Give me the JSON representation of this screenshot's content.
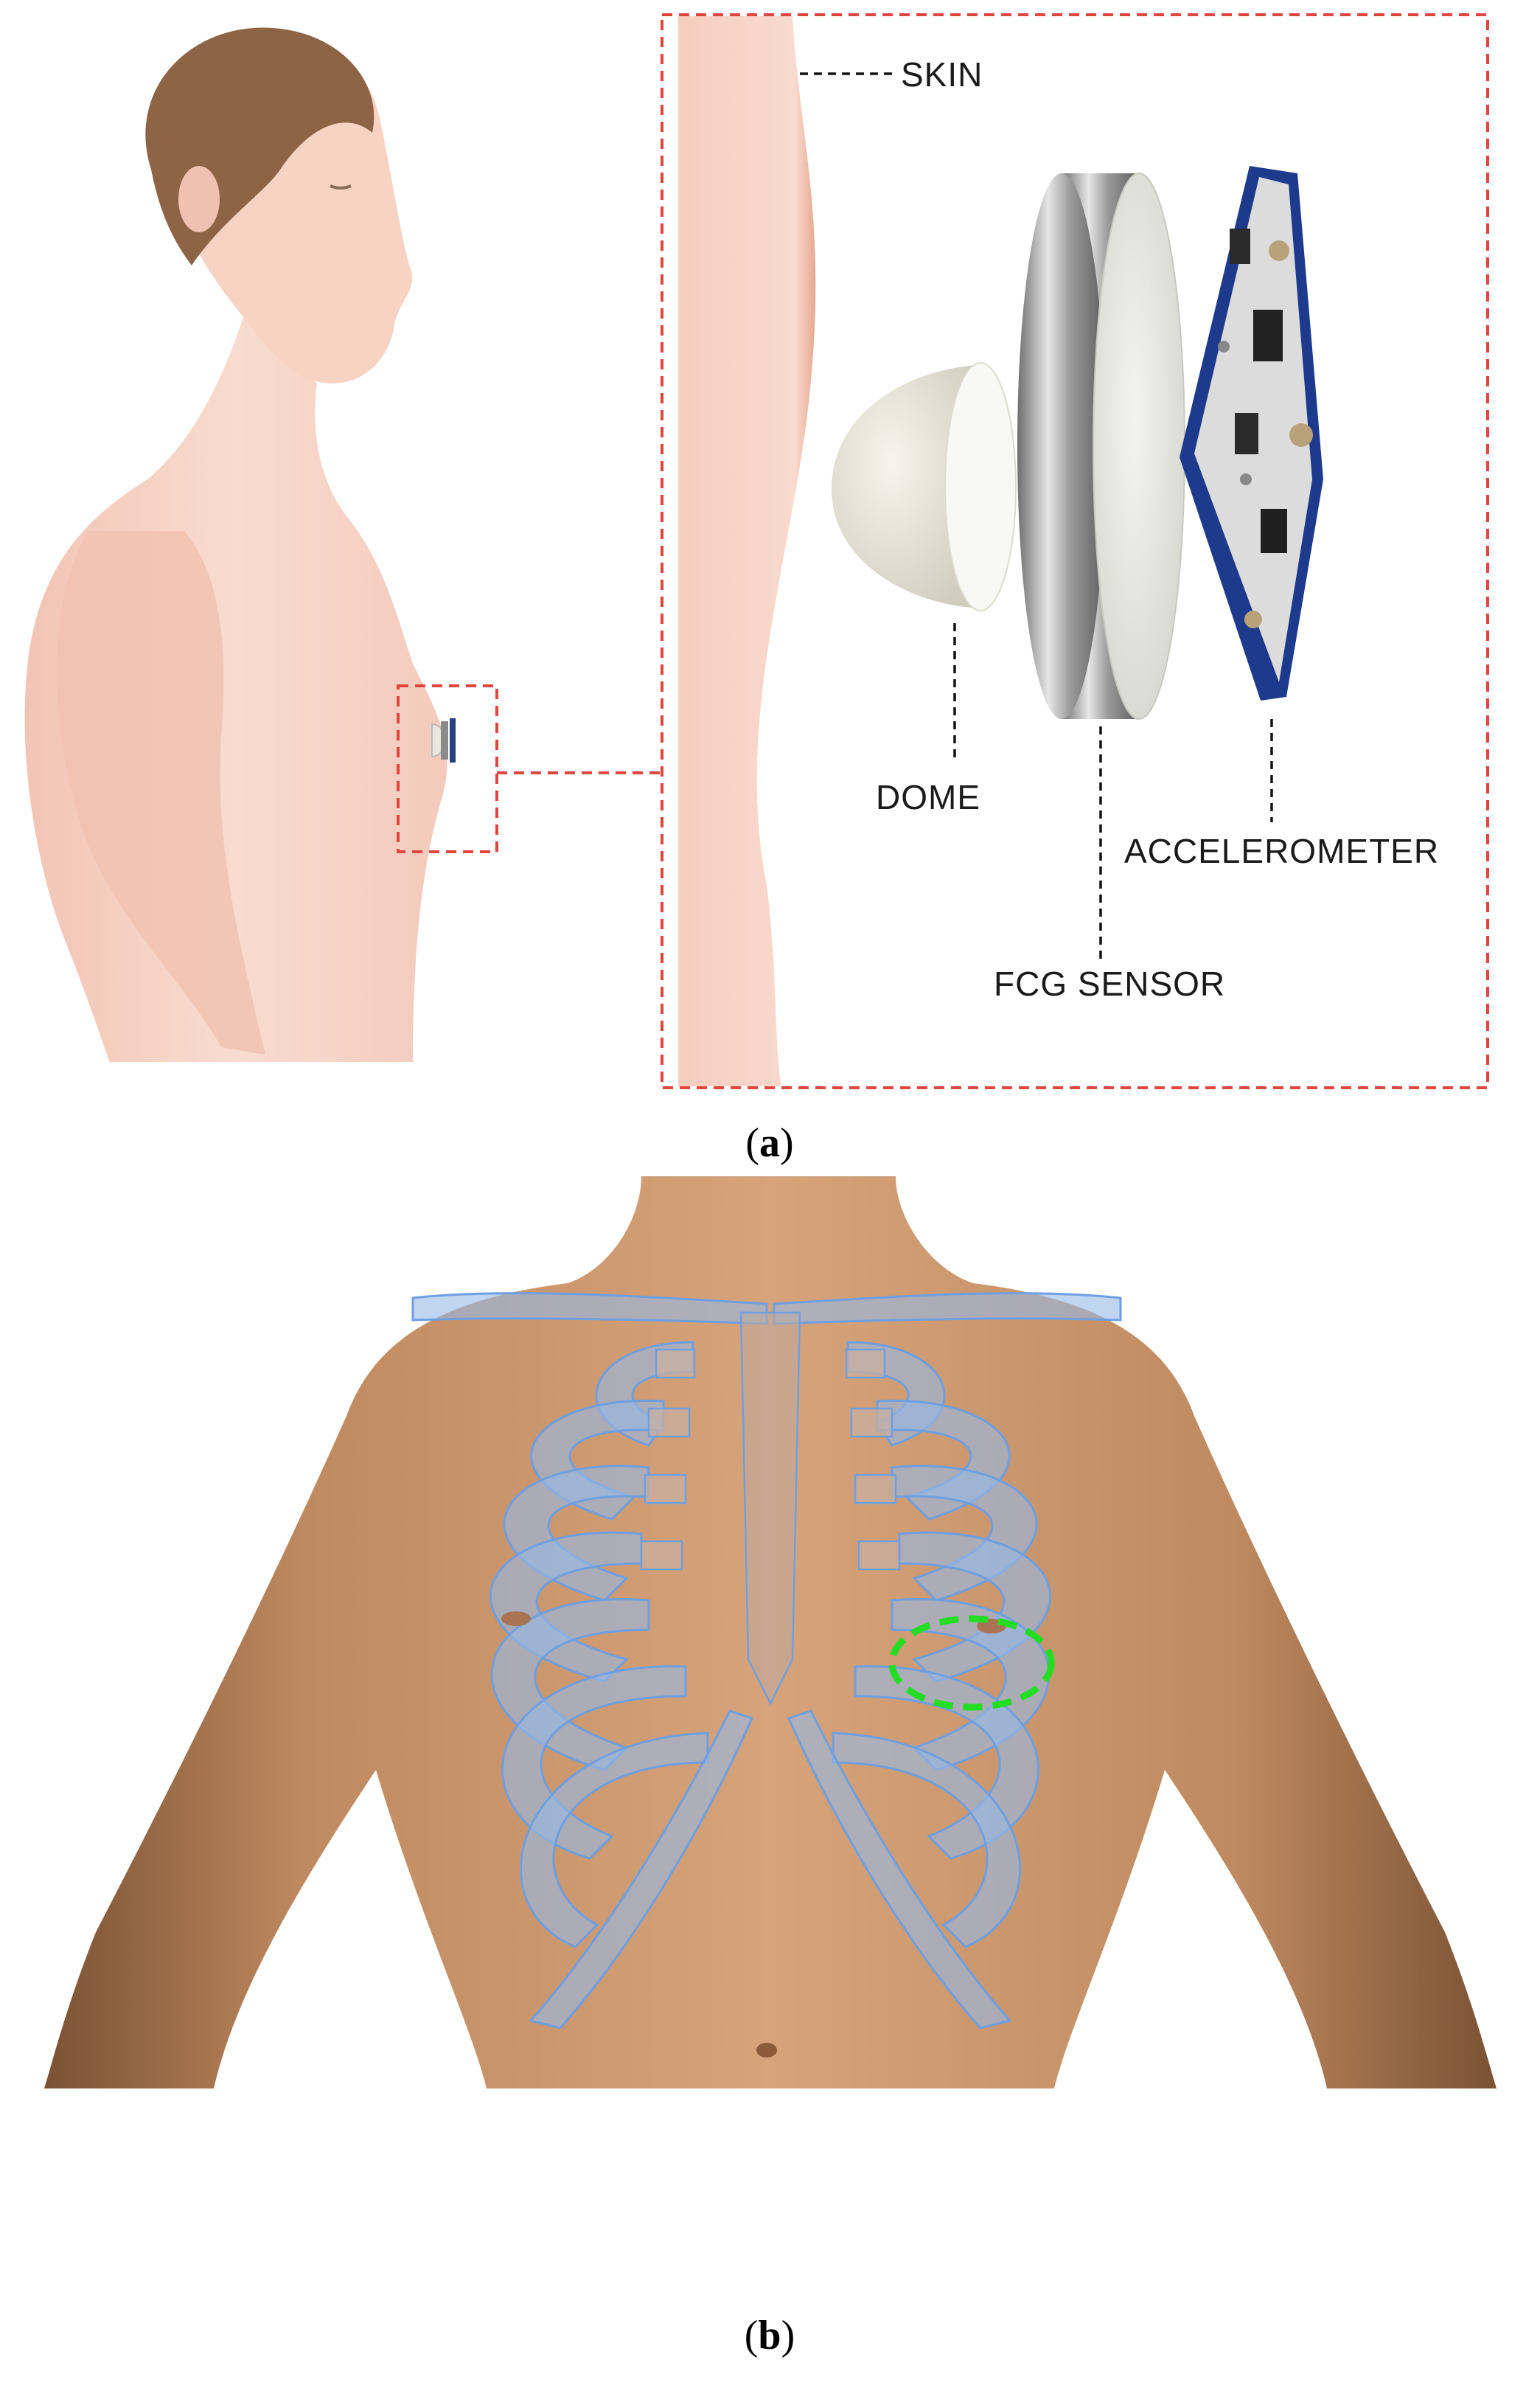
{
  "panel_a": {
    "caption": {
      "open": "(",
      "letter": "a",
      "close": ")"
    },
    "labels": {
      "skin": "SKIN",
      "dome": "DOME",
      "accelerometer": "ACCELEROMETER",
      "fcg_sensor": "FCG SENSOR"
    }
  },
  "panel_b": {
    "caption": {
      "open": "(",
      "letter": "b",
      "close": ")"
    }
  },
  "colors": {
    "callout_box": "#e0453e",
    "skin_light": "#f8d9cd",
    "skin_tan": "#c9956a",
    "rib_overlay": "#6e9fe0",
    "placement_marker": "#22dd22",
    "pcb": "#1e3a8c"
  }
}
